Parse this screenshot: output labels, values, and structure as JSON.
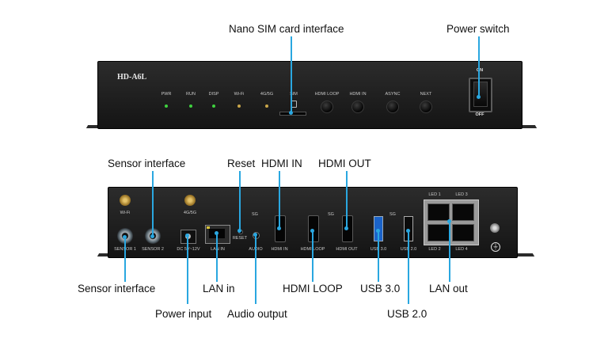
{
  "top_device": {
    "model": "HD-A6L",
    "led_labels": [
      "PWR",
      "RUN",
      "DISP",
      "Wi-Fi",
      "4G/5G",
      "SIM"
    ],
    "button_labels": [
      "HDMI LOOP",
      "HDMI IN",
      "ASYNC",
      "NEXT"
    ],
    "switch_on": "ON",
    "switch_off": "OFF"
  },
  "rear_device": {
    "antenna_labels": [
      "Wi-Fi",
      "4G/5G"
    ],
    "sensor_labels": [
      "SENSOR 1",
      "SENSOR 2"
    ],
    "dc_label": "DC 5V~12V",
    "lan_in_label": "LAN IN",
    "reset_label": "RESET",
    "audio_label": "AUDIO",
    "sg_labels": [
      "SG",
      "SG",
      "SG"
    ],
    "hdmi_labels": [
      "HDMI IN",
      "HDMI LOOP",
      "HDMI OUT"
    ],
    "usb_labels": [
      "USB 3.0",
      "USB 2.0"
    ],
    "led_labels": [
      "LED 1",
      "LED 3",
      "LED 2",
      "LED 4"
    ]
  },
  "callouts": {
    "nano_sim": "Nano SIM card interface",
    "power_switch": "Power switch",
    "sensor_top": "Sensor interface",
    "reset": "Reset",
    "hdmi_in": "HDMI IN",
    "hdmi_out": "HDMI OUT",
    "sensor_bottom": "Sensor interface",
    "lan_in": "LAN in",
    "hdmi_loop": "HDMI LOOP",
    "usb30": "USB 3.0",
    "lan_out": "LAN out",
    "power_input": "Power input",
    "audio_output": "Audio output",
    "usb20": "USB 2.0"
  },
  "colors": {
    "leader": "#2aa7e0",
    "device_body": "#1e1e1e",
    "led_green": "#3fd13f",
    "led_amber": "#c9a64a",
    "usb3_blue": "#1a63c9"
  }
}
